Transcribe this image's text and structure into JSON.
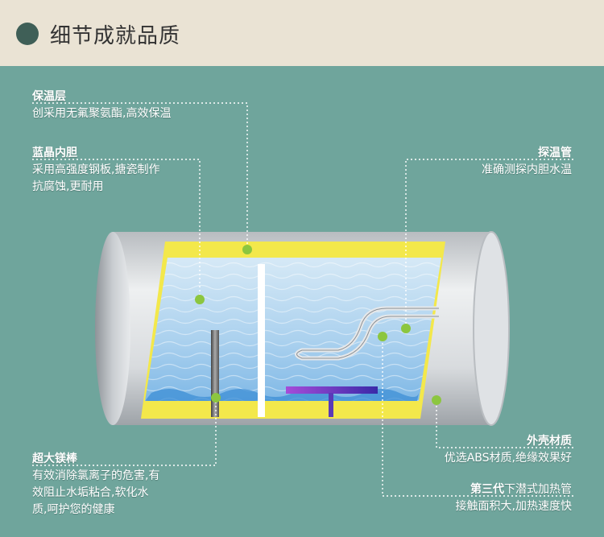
{
  "header": {
    "title": "细节成就品质"
  },
  "annotations": {
    "insulation": {
      "title": "保温层",
      "desc": [
        "创采用无氟聚氨酯,高效保温"
      ]
    },
    "tank": {
      "title": "蓝晶内胆",
      "desc": [
        "采用高强度钢板,搪瓷制作",
        "抗腐蚀,更耐用"
      ]
    },
    "probe": {
      "title": "探温管",
      "desc": [
        "准确测探内胆水温"
      ]
    },
    "anode": {
      "title": "超大镁棒",
      "desc": [
        "有效消除氯离子的危害,有",
        "效阻止水垢粘合,软化水",
        "质,呵护您的健康"
      ]
    },
    "shell": {
      "title": "外壳材质",
      "desc": [
        "优选ABS材质,绝缘效果好"
      ]
    },
    "heater": {
      "title_bold": "第三代",
      "title_rest": "下潜式加热管",
      "desc": [
        "接触面积大,加热速度快"
      ]
    }
  },
  "colors": {
    "background": "#6fa59c",
    "header": "#eae3d4",
    "accent_dot": "#8cc63f",
    "insulation": "#f3e84b"
  }
}
